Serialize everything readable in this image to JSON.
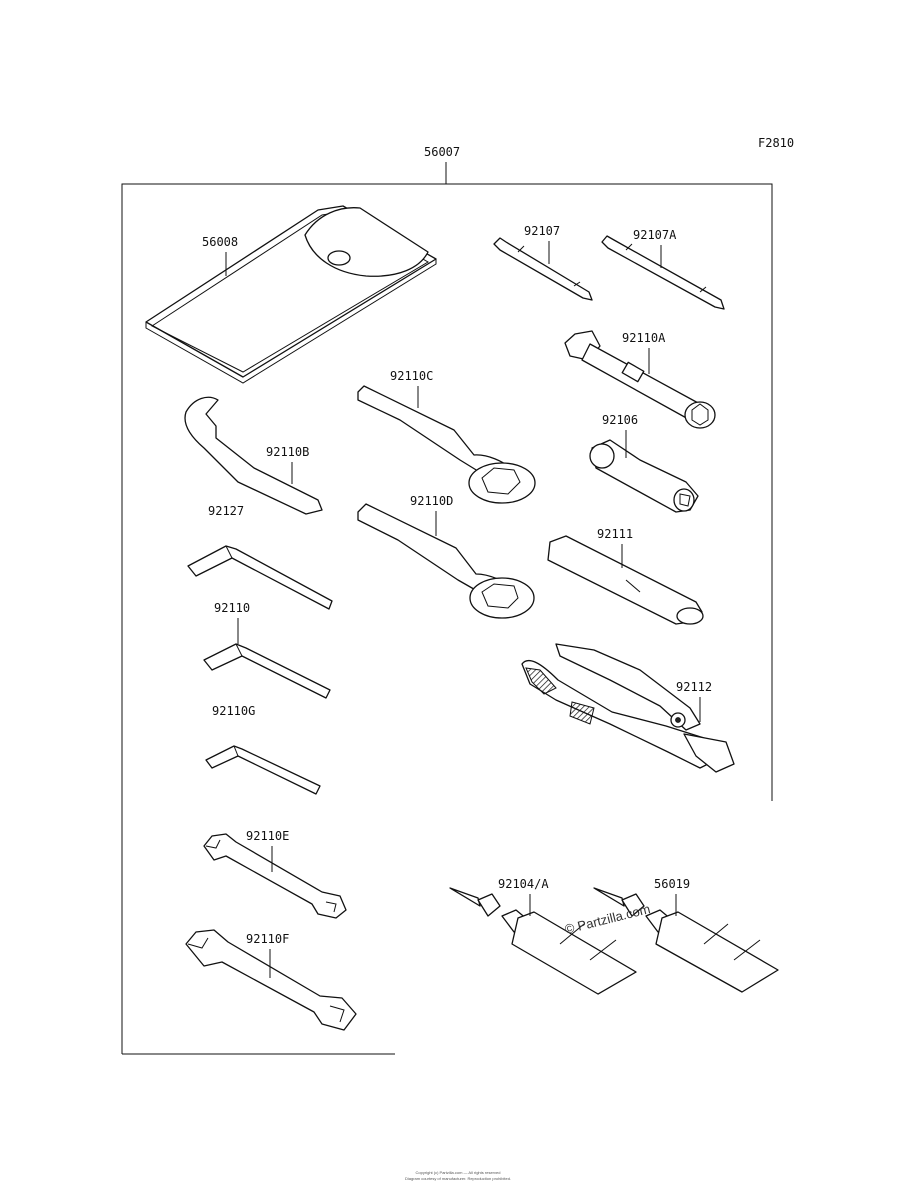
{
  "figure_code": "F2810",
  "assembly": {
    "part_no": "56007"
  },
  "parts": [
    {
      "part_no": "56008"
    },
    {
      "part_no": "92107"
    },
    {
      "part_no": "92107A"
    },
    {
      "part_no": "92110A"
    },
    {
      "part_no": "92110C"
    },
    {
      "part_no": "92110B"
    },
    {
      "part_no": "92106"
    },
    {
      "part_no": "92127"
    },
    {
      "part_no": "92110D"
    },
    {
      "part_no": "92111"
    },
    {
      "part_no": "92110"
    },
    {
      "part_no": "92112"
    },
    {
      "part_no": "92110G"
    },
    {
      "part_no": "92110E"
    },
    {
      "part_no": "92104/A"
    },
    {
      "part_no": "56019"
    },
    {
      "part_no": "92110F"
    }
  ],
  "watermark": "© Partzilla.com",
  "footer": {
    "line1": "Copyright (c) Partzilla.com — All rights reserved",
    "line2": "Diagram courtesy of manufacturer. Reproduction prohibited."
  }
}
